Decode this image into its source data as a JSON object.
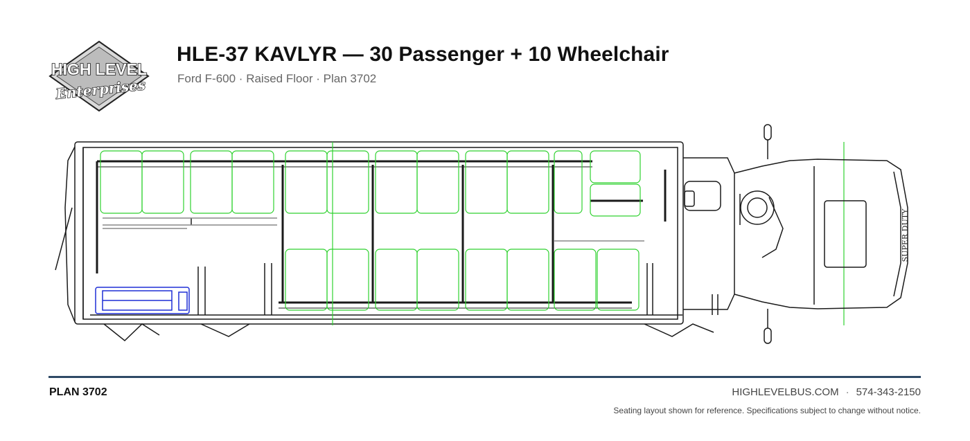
{
  "header": {
    "title": "HLE-37 KAVLYR — 30 Passenger + 10 Wheelchair",
    "subtitle": "Ford F-600 · Raised Floor · Plan 3702"
  },
  "logo": {
    "line1": "HIGH LEVEL",
    "line2": "Enterprises"
  },
  "hood_text": "SUPER DUTY",
  "footer": {
    "plan_label": "PLAN 3702",
    "website": "HIGHLEVELBUS.COM",
    "separator": "·",
    "phone": "574-343-2150",
    "disclaimer": "Seating layout shown for reference. Specifications subject to change without notice."
  },
  "colors": {
    "seat_outline": "#2ed12e",
    "lift": "#1f2fd6",
    "rule": "#2f4a66",
    "linework": "#1a1a1a"
  }
}
